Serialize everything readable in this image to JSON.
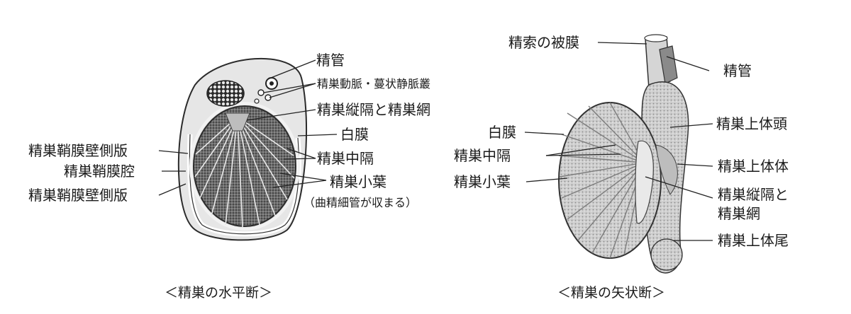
{
  "left_figure": {
    "caption": "＜精巣の水平断＞",
    "labels": {
      "vas_deferens": "精管",
      "testicular_vessels": "精巣動脈・蔓状静脈叢",
      "mediastinum_rete": "精巣縦隔と精巣網",
      "tunica_albuginea": "白膜",
      "parietal_layer_top": "精巣鞘膜壁側版",
      "vaginal_cavity": "精巣鞘膜腔",
      "parietal_layer_bottom": "精巣鞘膜壁側版",
      "septa": "精巣中隔",
      "lobules": "精巣小葉",
      "lobules_note": "（曲精細管が収まる）"
    }
  },
  "right_figure": {
    "caption": "＜精巣の矢状断＞",
    "labels": {
      "spermatic_cord_covering": "精索の被膜",
      "vas_deferens": "精管",
      "epididymis_head": "精巣上体頭",
      "tunica_albuginea": "白膜",
      "septa": "精巣中隔",
      "lobules": "精巣小葉",
      "epididymis_body": "精巣上体体",
      "mediastinum_line1": "精巣縦隔と",
      "mediastinum_line2": "精巣網",
      "epididymis_tail": "精巣上体尾"
    }
  },
  "colors": {
    "ink": "#1b1b1b",
    "tissue_light": "#d9d9d9",
    "tissue_mid": "#9a9a9a",
    "tissue_dark": "#4a4a4a"
  }
}
